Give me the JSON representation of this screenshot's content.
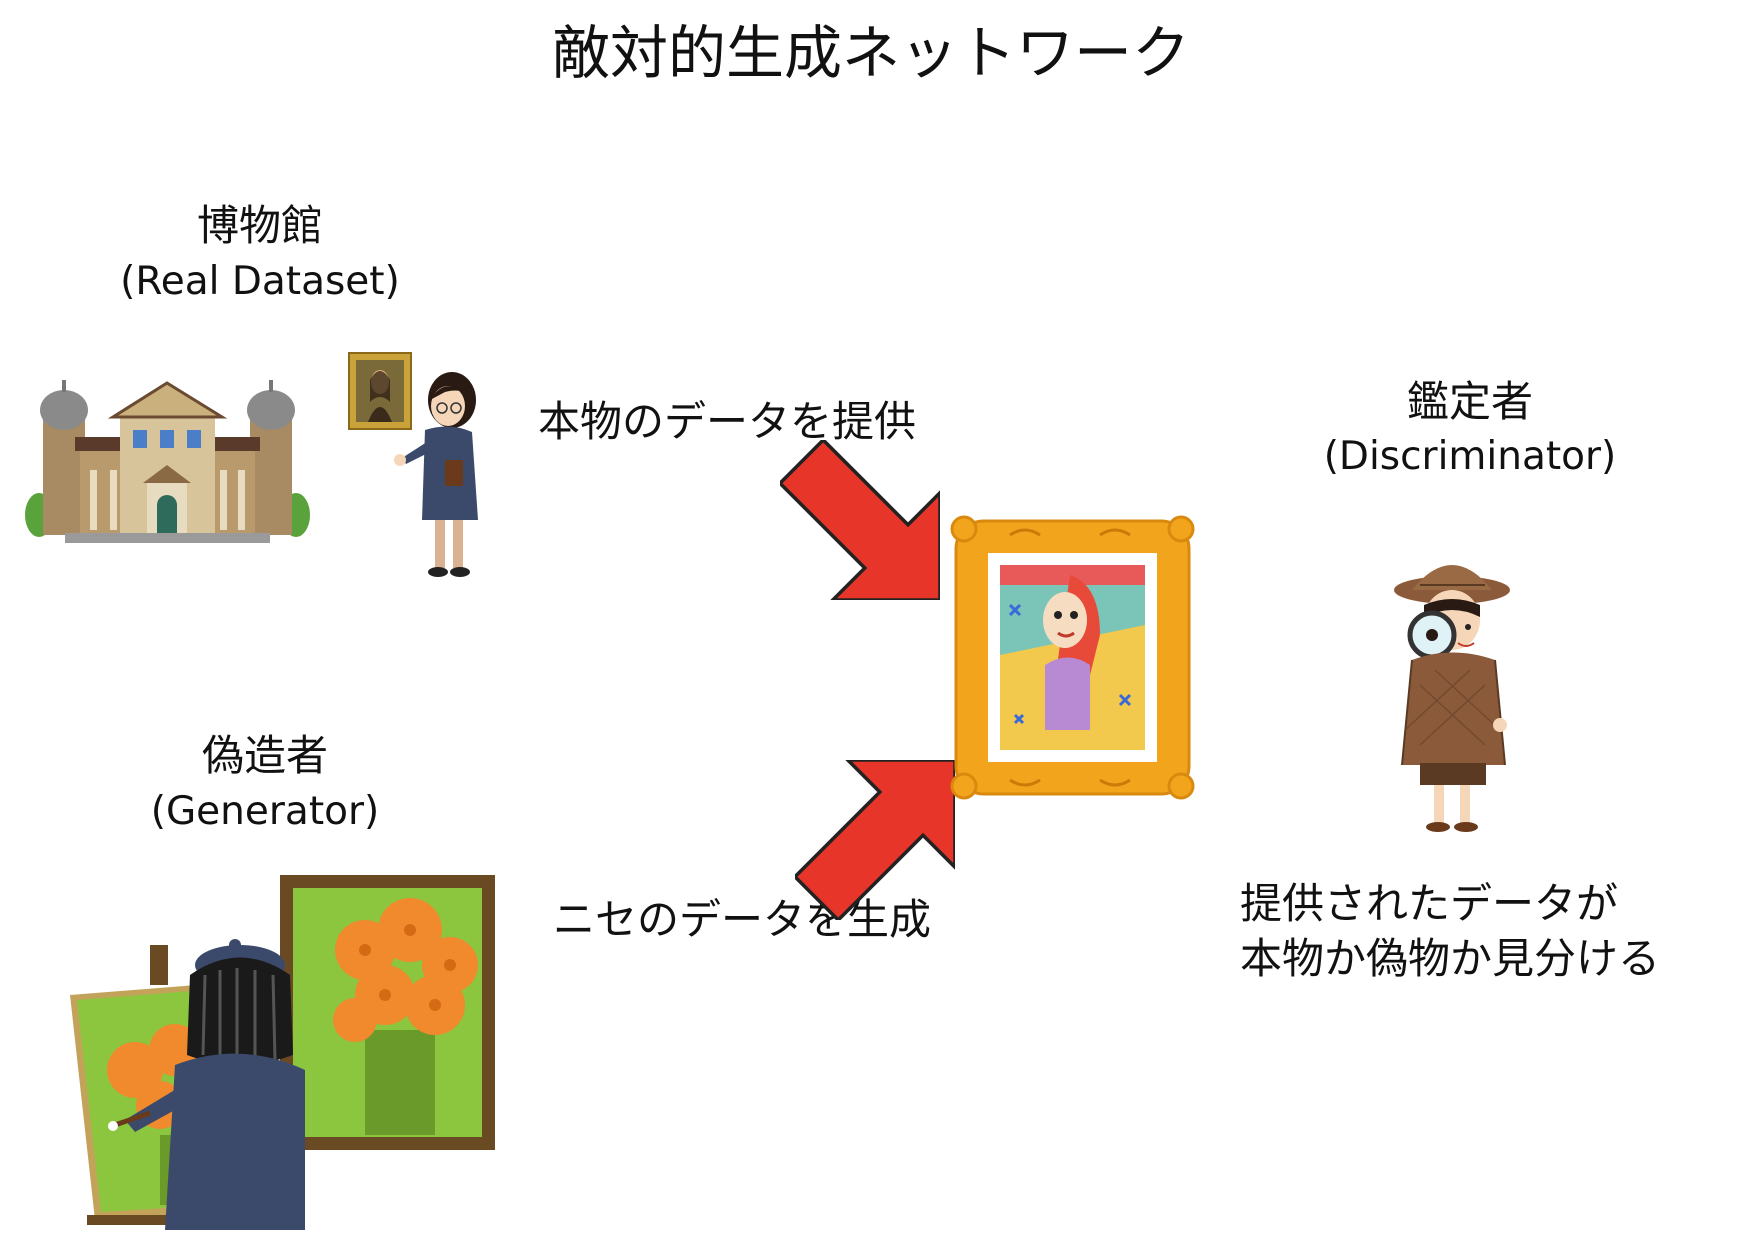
{
  "title": "敵対的生成ネットワーク",
  "museum": {
    "name": "博物館",
    "role": "(Real Dataset)"
  },
  "forger": {
    "name": "偽造者",
    "role": "(Generator)"
  },
  "appraiser": {
    "name": "鑑定者",
    "role": "(Discriminator)"
  },
  "flows": {
    "provide_real": "本物のデータを提供",
    "generate_fake": "ニセのデータを生成"
  },
  "appraiser_caption": {
    "line1": "提供されたデータが",
    "line2": "本物か偽物か見分ける"
  },
  "colors": {
    "arrow": "#e8352a",
    "frame": "#f2a51c",
    "canvas_green": "#8cc63f",
    "flower_orange": "#f08a2c",
    "coat": "#3b4a6b",
    "detective": "#8a5a3a"
  }
}
